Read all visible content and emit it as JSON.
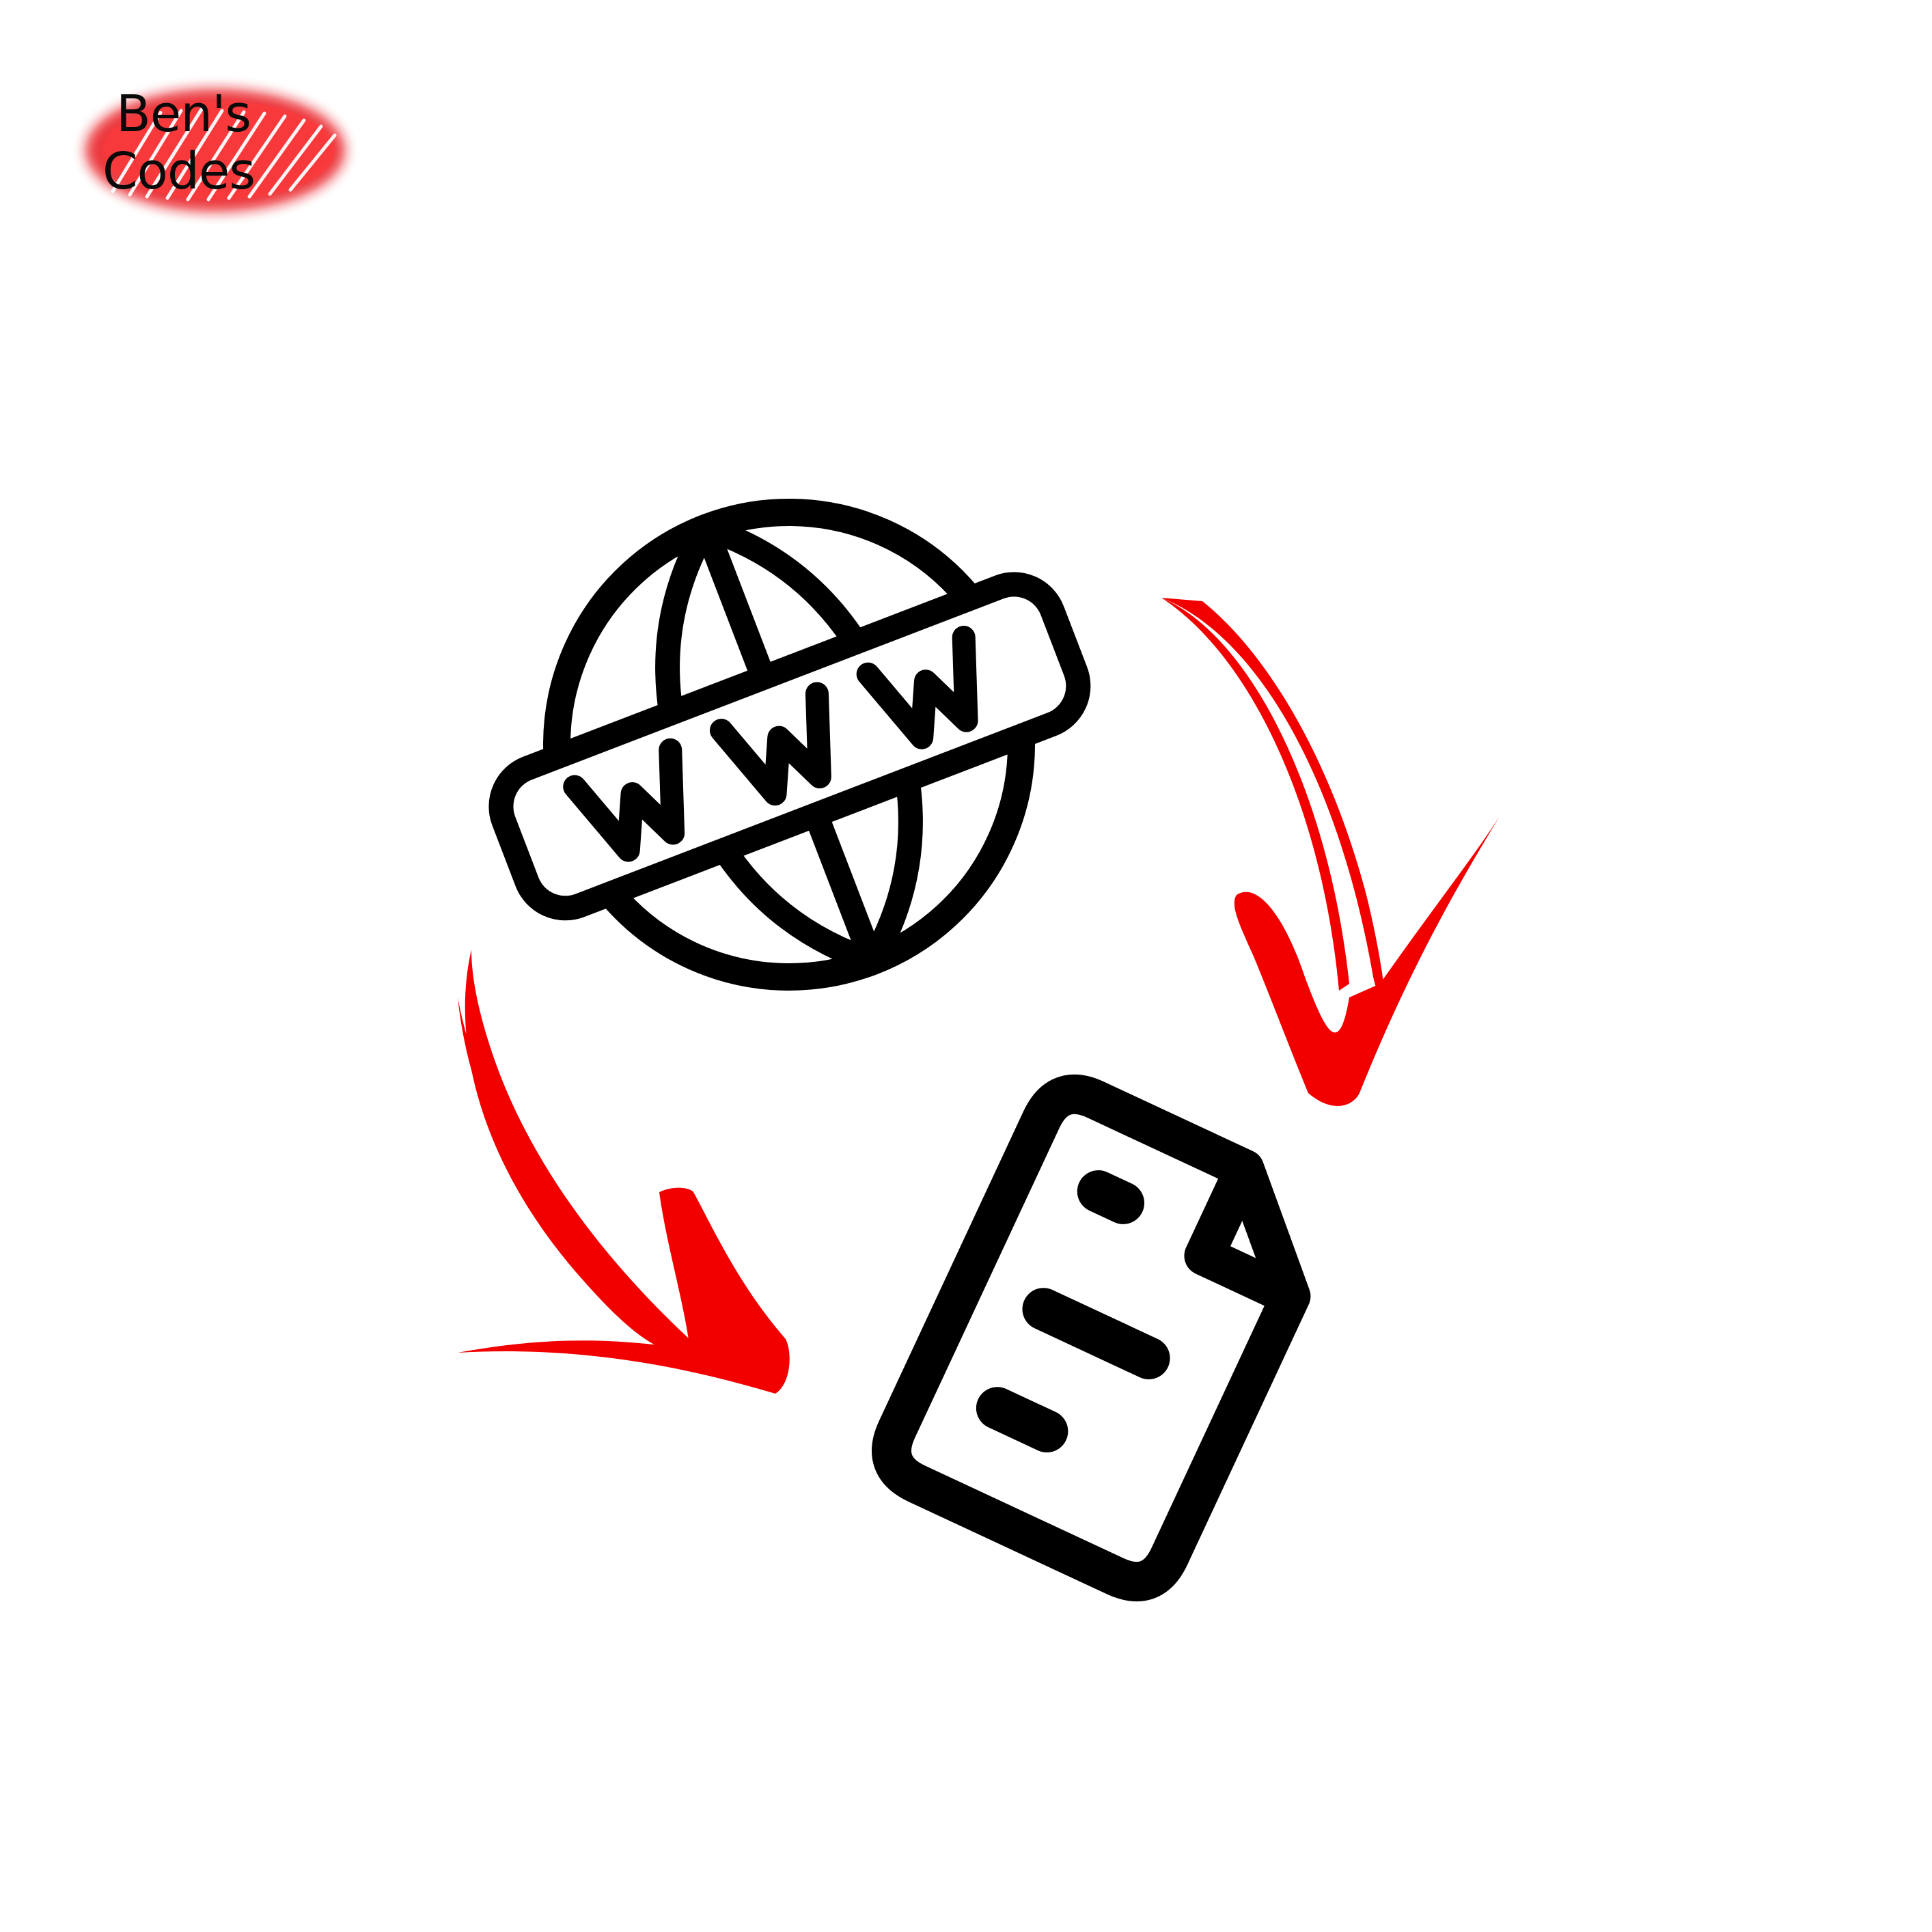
{
  "logo": {
    "line1": "Ben's",
    "line2": "Codes",
    "scribble_color": "#e8121b",
    "text_color": "#0a0a0a"
  },
  "globe_icon": {
    "label_text": "www",
    "icon_name": "globe-www-icon",
    "stroke_color": "#000000"
  },
  "document_icon": {
    "icon_name": "document-icon",
    "stroke_color": "#000000"
  },
  "arrows": {
    "color": "#f20000",
    "items": [
      {
        "name": "arrow-right-curved",
        "direction": "down-left"
      },
      {
        "name": "arrow-left-curved",
        "direction": "down-right"
      }
    ]
  }
}
